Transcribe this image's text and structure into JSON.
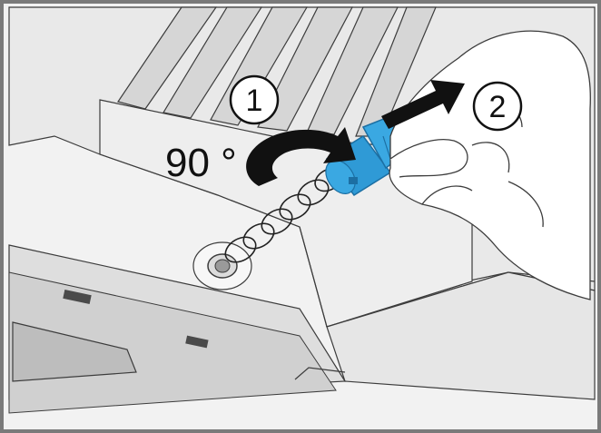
{
  "illustration": {
    "angle_label": "90 °",
    "steps": [
      {
        "number": "1"
      },
      {
        "number": "2"
      }
    ],
    "colors": {
      "frame": "#7a7a7a",
      "panel_light": "#f2f2f2",
      "panel_mid": "#e4e4e4",
      "panel_dark": "#cfcfcf",
      "outline": "#3c3c3c",
      "accent_blue": "#2f9ad6",
      "accent_blue_dark": "#1c6fa3",
      "arrow": "#111111",
      "glove": "#ffffff"
    }
  }
}
